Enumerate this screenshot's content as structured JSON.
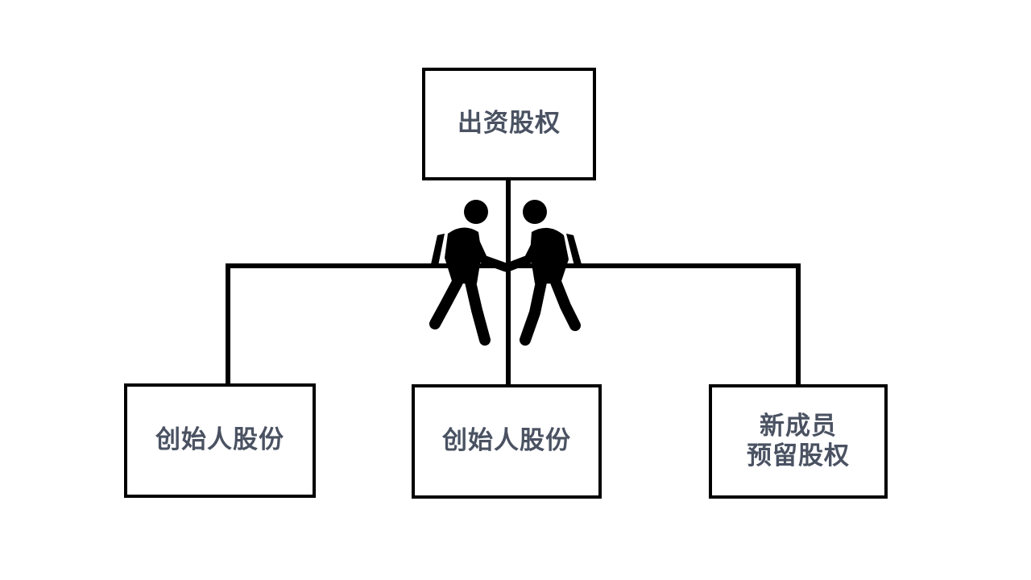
{
  "diagram": {
    "top_box": {
      "label": "出资股权"
    },
    "left_box": {
      "label": "创始人股份"
    },
    "middle_box": {
      "label": "创始人股份"
    },
    "right_box": {
      "line1": "新成员",
      "line2": "预留股权"
    },
    "icon": "handshake-people-icon",
    "colors": {
      "line": "#000000",
      "text": "#4a5262",
      "background": "#ffffff"
    }
  }
}
